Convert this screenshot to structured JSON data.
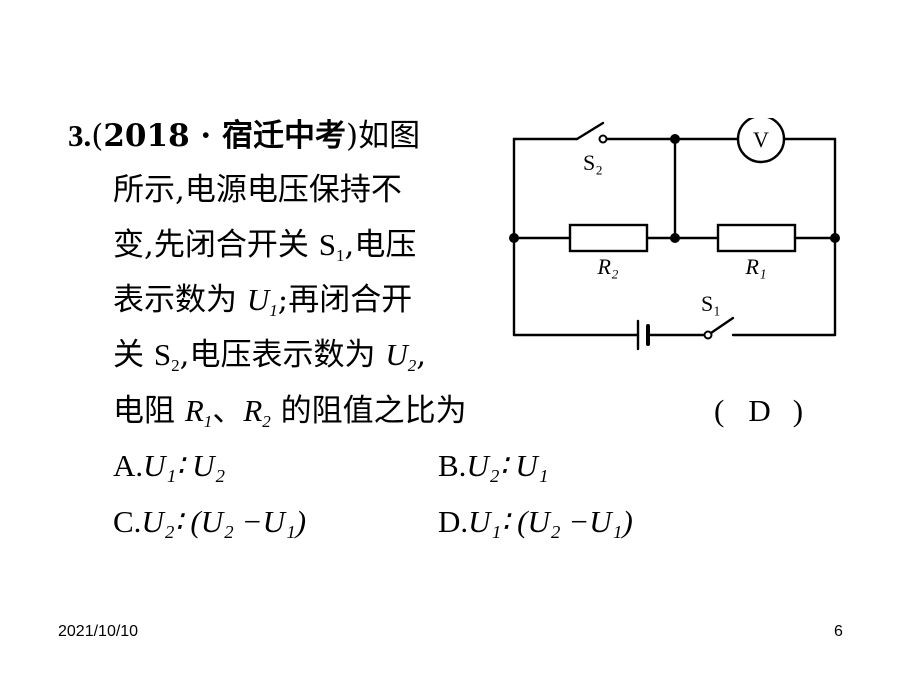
{
  "question": {
    "number": "3.",
    "source_open": "(",
    "source": "2018 · 宿迁中考",
    "source_close": ")",
    "lines": [
      {
        "a": "如图"
      },
      {
        "a": "所示,电源电压保持不"
      },
      {
        "a": "变,先闭合开关 ",
        "s_sym": "S",
        "s_sub": "1",
        "b": ",电压"
      },
      {
        "a": "表示数为 ",
        "u_sym": "U",
        "u_sub": "1",
        "b": ";再闭合开"
      },
      {
        "a": "关 ",
        "s_sym": "S",
        "s_sub": "2",
        "b": ",电压表示数为 ",
        "u_sym": "U",
        "u_sub": "2",
        "c": ","
      },
      {
        "a": "电阻 ",
        "r1_sym": "R",
        "r1_sub": "1",
        "sep": "、",
        "r2_sym": "R",
        "r2_sub": "2",
        "b": " 的阻值之比为"
      }
    ],
    "answer_open": "(",
    "answer": "D",
    "answer_close": ")"
  },
  "options": {
    "A": {
      "label": "A.",
      "text": "U₁∶ U₂"
    },
    "B": {
      "label": "B.",
      "text": "U₂∶ U₁"
    },
    "C": {
      "label": "C.",
      "text": "U₂∶ (U₂ −U₁)"
    },
    "D": {
      "label": "D.",
      "text": "U₁∶ (U₂ −U₁)"
    }
  },
  "circuit": {
    "voltmeter": "V",
    "switch_top": "S₂",
    "switch_bottom": "S₁",
    "resistor_left": "R₂",
    "resistor_right": "R₁"
  },
  "footer": {
    "date": "2021/10/10",
    "page": "6"
  }
}
